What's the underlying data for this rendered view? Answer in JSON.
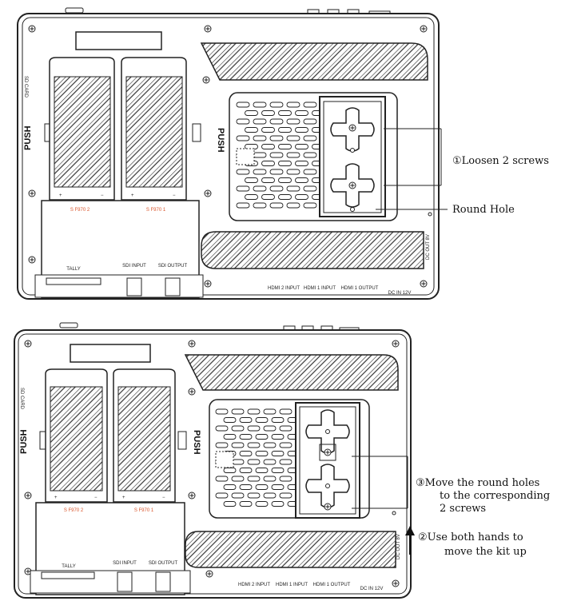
{
  "panels": [
    {
      "id": "before",
      "annotations": [
        {
          "key": "loosen",
          "text": "①Loosen 2 screws"
        },
        {
          "key": "round_hole",
          "text": "Round Hole"
        }
      ],
      "labels": {
        "sd_card": "SD CARD",
        "push_left": "PUSH",
        "push_right": "PUSH",
        "battery_left": "S F970 2",
        "battery_right": "S F970 1",
        "tally": "TALLY",
        "sdi_input": "SDI INPUT",
        "sdi_output": "SDI OUTPUT",
        "hdmi2_input": "HDMI 2 INPUT",
        "hdmi1_input": "HDMI 1 INPUT",
        "hdmi1_output": "HDMI 1 OUTPUT",
        "dc_in": "DC IN 12V",
        "dc_out": "DC OUT 8V"
      }
    },
    {
      "id": "after",
      "annotations": [
        {
          "key": "move_holes",
          "lines": [
            "③Move the round holes",
            "to the corresponding",
            "2 screws"
          ]
        },
        {
          "key": "both_hands",
          "lines": [
            "②Use both hands to",
            "move the kit up"
          ]
        }
      ],
      "labels": {
        "sd_card": "SD CARD",
        "push_left": "PUSH",
        "push_right": "PUSH",
        "battery_left": "S F970 2",
        "battery_right": "S F970 1",
        "tally": "TALLY",
        "sdi_input": "SDI INPUT",
        "sdi_output": "SDI OUTPUT",
        "hdmi2_input": "HDMI 2 INPUT",
        "hdmi1_input": "HDMI 1 INPUT",
        "hdmi1_output": "HDMI 1 OUTPUT",
        "dc_in": "DC IN 12V",
        "dc_out": "DC OUT 8V"
      }
    }
  ],
  "colors": {
    "line": "#222222",
    "battery_label": "#d9542b",
    "background": "#ffffff"
  },
  "icons": [
    "screw-icon",
    "arrow-up-icon",
    "cross-mount-icon"
  ]
}
